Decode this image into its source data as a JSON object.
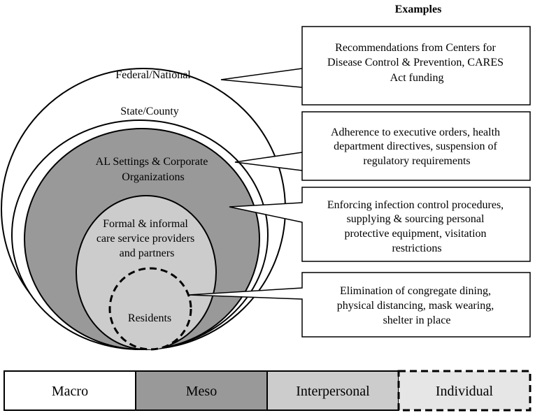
{
  "examples_heading": "Examples",
  "levels": [
    {
      "id": "federal",
      "label_lines": [
        "Federal/National"
      ],
      "fill": "#ffffff",
      "border": "solid"
    },
    {
      "id": "state",
      "label_lines": [
        "State/County"
      ],
      "fill": "#ffffff",
      "border": "solid"
    },
    {
      "id": "al",
      "label_lines": [
        "AL Settings & Corporate",
        "Organizations"
      ],
      "fill": "#999999",
      "border": "solid"
    },
    {
      "id": "care",
      "label_lines": [
        "Formal & informal",
        "care service providers",
        "and partners"
      ],
      "fill": "#cccccc",
      "border": "solid"
    },
    {
      "id": "residents",
      "label_lines": [
        "Residents"
      ],
      "fill": "#cccccc",
      "border": "dashed"
    }
  ],
  "examples": [
    {
      "id": "federal",
      "lines": [
        "Recommendations from Centers for",
        "Disease Control & Prevention, CARES",
        "Act funding"
      ]
    },
    {
      "id": "state",
      "lines": [
        "Adherence to executive orders, health",
        "department directives, suspension of",
        "regulatory requirements"
      ]
    },
    {
      "id": "al",
      "lines": [
        "Enforcing infection control procedures,",
        "supplying & sourcing personal",
        "protective equipment, visitation",
        "restrictions"
      ]
    },
    {
      "id": "residents",
      "lines": [
        "Elimination of congregate dining,",
        "physical distancing, mask wearing,",
        "shelter in place"
      ]
    }
  ],
  "legend": [
    {
      "label": "Macro",
      "fill": "#ffffff",
      "border": "solid"
    },
    {
      "label": "Meso",
      "fill": "#999999",
      "border": "solid"
    },
    {
      "label": "Interpersonal",
      "fill": "#cccccc",
      "border": "solid"
    },
    {
      "label": "Individual",
      "fill": "#e6e6e6",
      "border": "dashed"
    }
  ]
}
